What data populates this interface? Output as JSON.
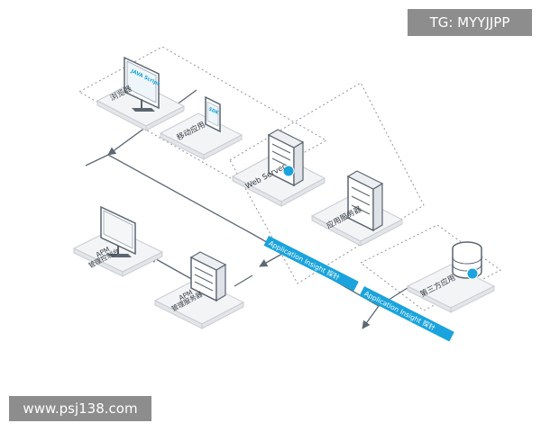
{
  "watermarks": {
    "top_right": "TG: MYYJJPP",
    "bottom_left": "www.psj138.com"
  },
  "nodes": {
    "browser": {
      "label": "浏览器",
      "screen_text": "JAVA Script"
    },
    "mobile": {
      "label": "移动应用",
      "screen_text": "SDK"
    },
    "web_server": {
      "label": "Web Server"
    },
    "app_server": {
      "label": "应用服务器"
    },
    "third_party": {
      "label": "第三方应用"
    },
    "apm_server": {
      "label_line1": "APM",
      "label_line2": "管理服务器"
    },
    "apm_console": {
      "label_line1": "APM",
      "label_line2": "管理控制台"
    }
  },
  "probes": {
    "probe_1": "Application Insight 探针",
    "probe_2": "Application Insight 探针"
  },
  "colors": {
    "probe_blue": "#1aa3dc",
    "line": "#5d6873",
    "tile": "#f3f4f6"
  }
}
